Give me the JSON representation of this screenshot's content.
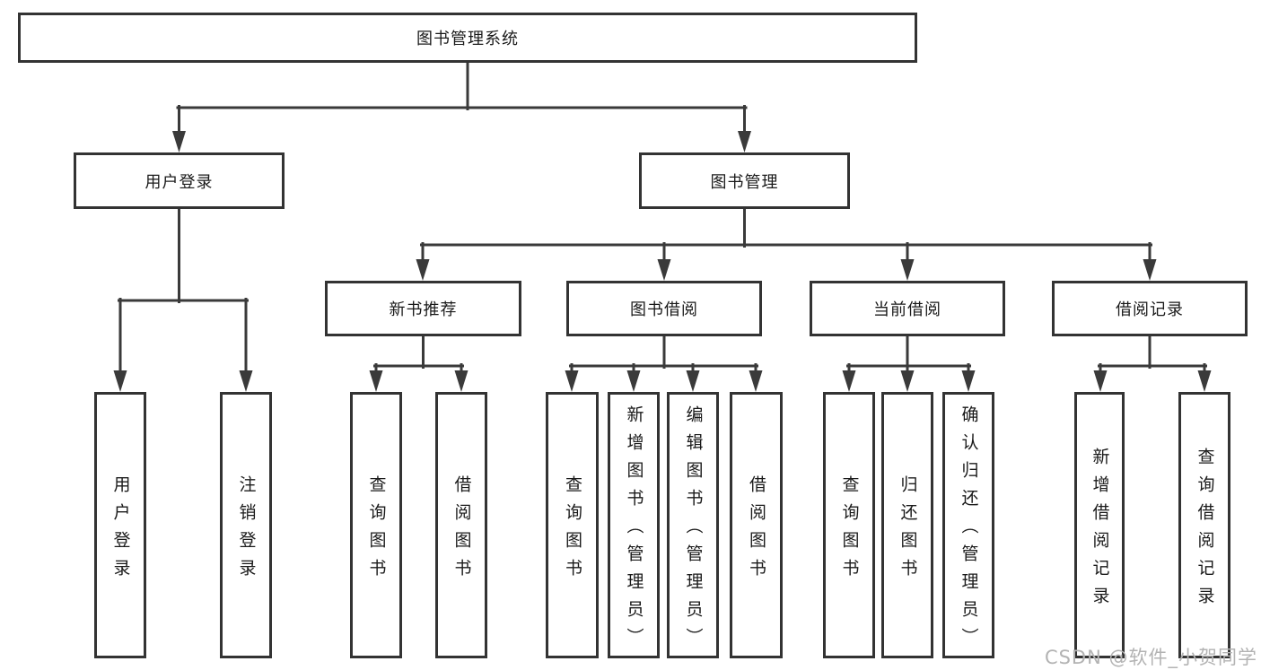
{
  "tree": {
    "root": {
      "label": "图书管理系统"
    },
    "branches": [
      {
        "label": "用户登录",
        "leaves": [
          {
            "label": "用户登录"
          },
          {
            "label": "注销登录"
          }
        ]
      },
      {
        "label": "图书管理",
        "groups": [
          {
            "label": "新书推荐",
            "leaves": [
              {
                "label": "查询图书"
              },
              {
                "label": "借阅图书"
              }
            ]
          },
          {
            "label": "图书借阅",
            "leaves": [
              {
                "label": "查询图书"
              },
              {
                "label": "新增图书（管理员）"
              },
              {
                "label": "编辑图书（管理员）"
              },
              {
                "label": "借阅图书"
              }
            ]
          },
          {
            "label": "当前借阅",
            "leaves": [
              {
                "label": "查询图书"
              },
              {
                "label": "归还图书"
              },
              {
                "label": "确认归还（管理员）"
              }
            ]
          },
          {
            "label": "借阅记录",
            "leaves": [
              {
                "label": "新增借阅记录"
              },
              {
                "label": "查询借阅记录"
              }
            ]
          }
        ]
      }
    ]
  },
  "watermark": {
    "text": "CSDN @软件_小贺同学"
  },
  "colors": {
    "line": "#3a3a3a",
    "box_border": "#333333",
    "text": "#1a1a1a",
    "background": "#ffffff",
    "watermark": "#b3b3b3"
  }
}
